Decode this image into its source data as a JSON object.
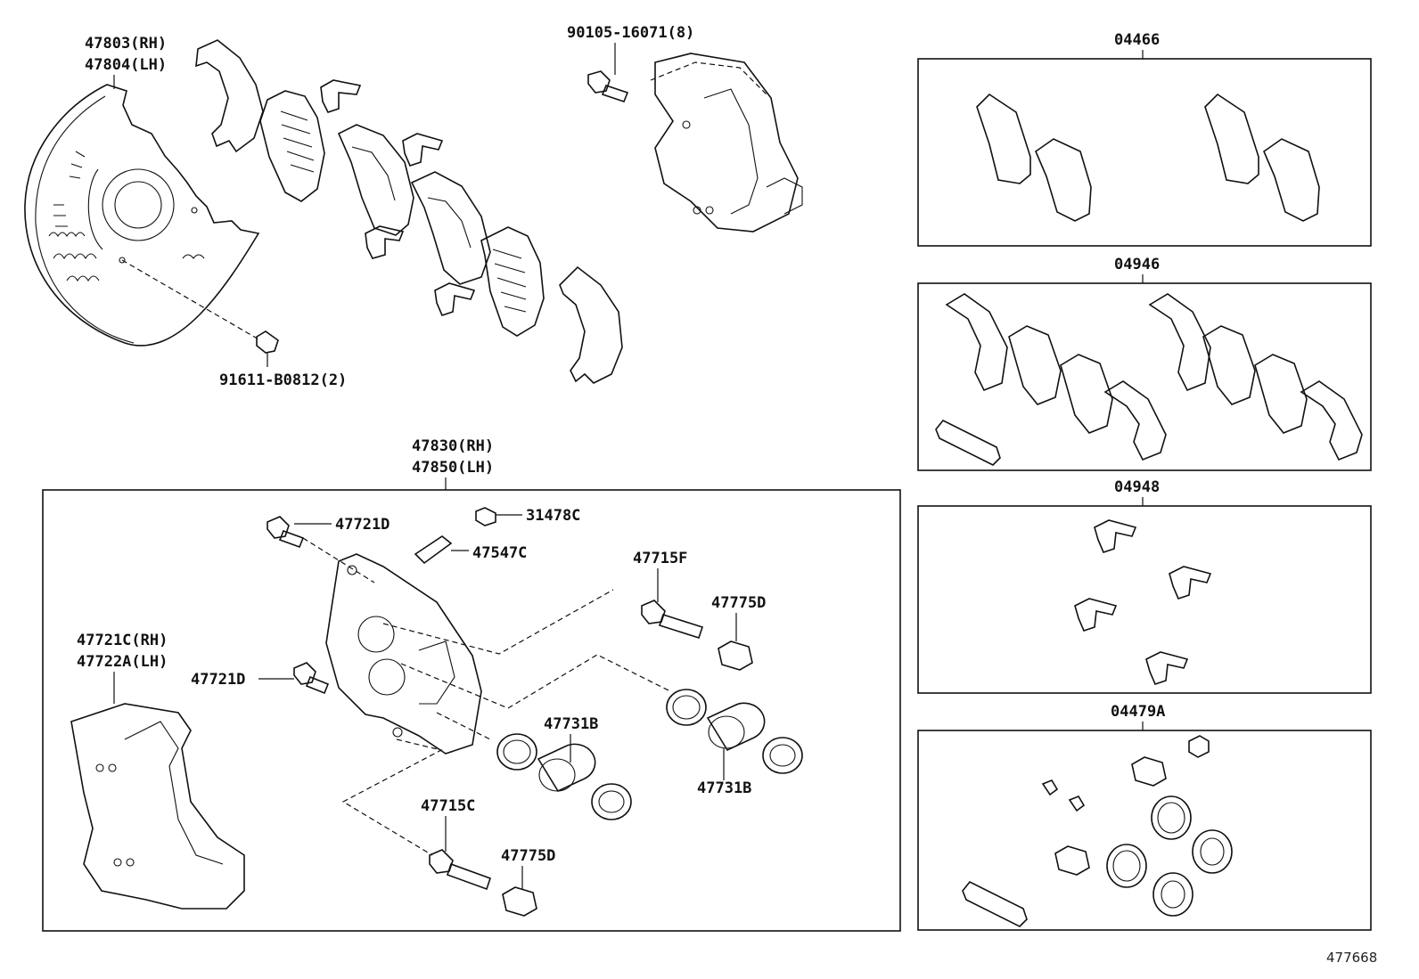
{
  "diagram": {
    "top_labels": {
      "shield_rh": "47803(RH)",
      "shield_lh": "47804(LH)",
      "bolt_top": "90105-16071(8)",
      "screw_shield": "91611-B0812(2)"
    },
    "caliper_assembly": {
      "rh": "47830(RH)",
      "lh": "47850(LH)",
      "bleeder_bolt_upper": "47721D",
      "bleeder_cap": "31478C",
      "bleeder_plug": "47547C",
      "slide_pin_upper": "47715F",
      "boot_upper": "47775D",
      "mounting_rh": "47721C(RH)",
      "mounting_lh": "47722A(LH)",
      "bleeder_bolt_lower": "47721D",
      "piston_left": "47731B",
      "piston_right": "47731B",
      "slide_pin_lower": "47715C",
      "boot_lower": "47775D"
    },
    "kits": [
      {
        "label": "04466"
      },
      {
        "label": "04946"
      },
      {
        "label": "04948"
      },
      {
        "label": "04479A"
      }
    ],
    "reference_number": "477668"
  }
}
